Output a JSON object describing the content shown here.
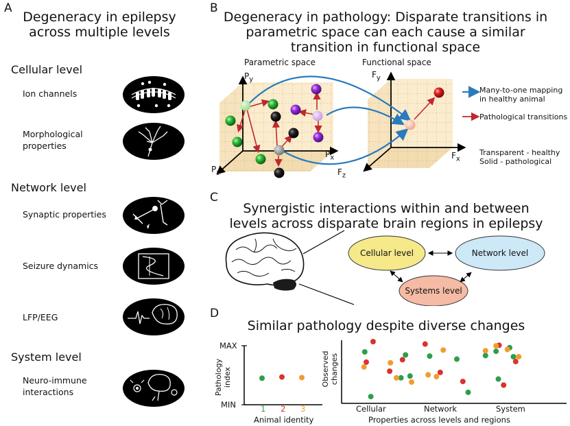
{
  "panel_a": {
    "letter": "A",
    "title_line1": "Degeneracy in epilepsy",
    "title_line2": "across multiple levels",
    "levels": [
      {
        "name": "Cellular level",
        "items": [
          {
            "line1": "Ion channels",
            "line2": "",
            "icon": "ion-channel-icon"
          },
          {
            "line1": "Morphological",
            "line2": "properties",
            "icon": "neuron-morphology-icon"
          }
        ]
      },
      {
        "name": "Network level",
        "items": [
          {
            "line1": "Synaptic properties",
            "line2": "",
            "icon": "synapse-icon"
          },
          {
            "line1": "Seizure dynamics",
            "line2": "",
            "icon": "seizure-dynamics-icon"
          },
          {
            "line1": "LFP/EEG",
            "line2": "",
            "icon": "eeg-brain-icon"
          }
        ]
      },
      {
        "name": "System level",
        "items": [
          {
            "line1": "Neuro-immune",
            "line2": "interactions",
            "icon": "neuro-immune-icon"
          }
        ]
      }
    ]
  },
  "panel_b": {
    "letter": "B",
    "title_line1": "Degeneracy in pathology: Disparate transitions in",
    "title_line2": "parametric space can each cause a similar",
    "title_line3": "transition in functional space",
    "parametric_label": "Parametric space",
    "functional_label": "Functional space",
    "axes_param": {
      "y": "P",
      "y_sub": "y",
      "x": "P",
      "x_sub": "x",
      "z": "P",
      "z_sub": "z"
    },
    "axes_func": {
      "y": "F",
      "y_sub": "y",
      "x": "F",
      "x_sub": "x",
      "z": "F",
      "z_sub": "z"
    },
    "legend": {
      "blue_line1": "Many-to-one mapping",
      "blue_line2": "in healthy animal",
      "red": "Pathological transitions",
      "note_line1": "Transparent - healthy",
      "note_line2": "Solid - pathological",
      "blue_color": "#2a7bbd",
      "red_color": "#c0272d"
    }
  },
  "panel_c": {
    "letter": "C",
    "title_line1": "Synergistic interactions within and between",
    "title_line2": "levels across disparate brain regions in epilepsy",
    "nodes": [
      {
        "label": "Cellular level",
        "color": "#f5e98a"
      },
      {
        "label": "Network level",
        "color": "#cde8f7"
      },
      {
        "label": "Systems level",
        "color": "#f5bba5"
      }
    ]
  },
  "panel_d": {
    "letter": "D",
    "title": "Similar pathology despite diverse changes",
    "left_chart": {
      "y_top": "MAX",
      "y_bottom": "MIN",
      "ylabel_line1": "Pathology",
      "ylabel_line2": "index",
      "xlabel": "Animal identity",
      "animals": [
        "1",
        "2",
        "3"
      ]
    },
    "right_chart": {
      "ylabel_line1": "Observed",
      "ylabel_line2": "changes",
      "xlabel": "Properties across levels and regions",
      "categories": [
        "Cellular",
        "Network",
        "System"
      ]
    }
  },
  "chart_data": [
    {
      "type": "scatter",
      "xlabel": "Animal identity",
      "ylabel": "Pathology index",
      "categories": [
        "1",
        "2",
        "3"
      ],
      "values": [
        0.45,
        0.47,
        0.46
      ],
      "colors": [
        "#2e9e49",
        "#d9332e",
        "#f29b30"
      ],
      "ylim": [
        "MIN",
        "MAX"
      ]
    },
    {
      "type": "scatter",
      "xlabel": "Properties across levels and regions",
      "ylabel": "Observed changes",
      "categories": [
        "Cellular",
        "Network",
        "System"
      ],
      "series": [
        {
          "color": "#2e9e49",
          "points": [
            [
              0.18,
              0.83
            ],
            [
              0.66,
              0.4
            ],
            [
              0.72,
              0.78
            ],
            [
              1.04,
              0.76
            ],
            [
              0.26,
              0.09
            ],
            [
              1.4,
              0.71
            ],
            [
              0.78,
              0.43
            ],
            [
              1.55,
              0.16
            ],
            [
              1.78,
              0.77
            ],
            [
              1.92,
              0.84
            ],
            [
              2.1,
              0.9
            ],
            [
              2.15,
              0.75
            ],
            [
              1.95,
              0.38
            ]
          ]
        },
        {
          "color": "#d9332e",
          "points": [
            [
              0.2,
              0.66
            ],
            [
              0.29,
              1.0
            ],
            [
              0.51,
              0.51
            ],
            [
              0.68,
              0.7
            ],
            [
              0.98,
              0.96
            ],
            [
              1.18,
              0.49
            ],
            [
              1.48,
              0.34
            ],
            [
              1.96,
              0.94
            ],
            [
              2.18,
              0.67
            ],
            [
              2.02,
              0.28
            ]
          ]
        },
        {
          "color": "#f29b30",
          "points": [
            [
              0.17,
              0.58
            ],
            [
              0.52,
              0.65
            ],
            [
              0.6,
              0.4
            ],
            [
              0.8,
              0.33
            ],
            [
              1.02,
              0.45
            ],
            [
              1.13,
              0.42
            ],
            [
              1.22,
              0.86
            ],
            [
              1.78,
              0.85
            ],
            [
              1.92,
              0.93
            ],
            [
              2.07,
              0.87
            ],
            [
              2.22,
              0.75
            ]
          ]
        }
      ]
    }
  ]
}
